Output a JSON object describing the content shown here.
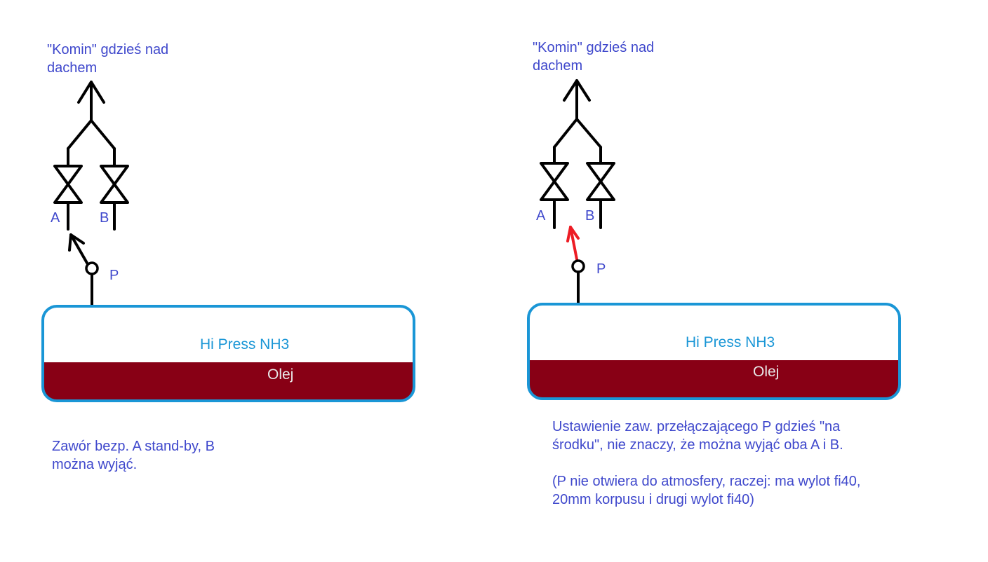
{
  "left": {
    "chimney_label": [
      "\"Komin\" gdzieś nad",
      "dachem"
    ],
    "valve_a": "A",
    "valve_b": "B",
    "switch_p": "P",
    "tank_gas": "Hi Press NH3",
    "tank_oil": "Olej",
    "note": [
      "Zawór bezp. A stand-by, B",
      "można wyjąć."
    ]
  },
  "right": {
    "chimney_label": [
      "\"Komin\" gdzieś nad",
      "dachem"
    ],
    "valve_a": "A",
    "valve_b": "B",
    "switch_p": "P",
    "tank_gas": "Hi Press NH3",
    "tank_oil": "Olej",
    "note": [
      "Ustawienie zaw. przełączającego P gdzieś \"na",
      "środku\", nie znaczy, że można wyjąć oba A i B.",
      "",
      "(P nie otwiera do atmosfery, raczej: ma wylot fi40,",
      "20mm korpusu i drugi wylot fi40)"
    ]
  },
  "colors": {
    "text_blue": "#3f48cc",
    "tank_outline": "#1a96d6",
    "oil": "#880015",
    "pipe": "#000000",
    "arrow_red": "#ed1c24"
  }
}
